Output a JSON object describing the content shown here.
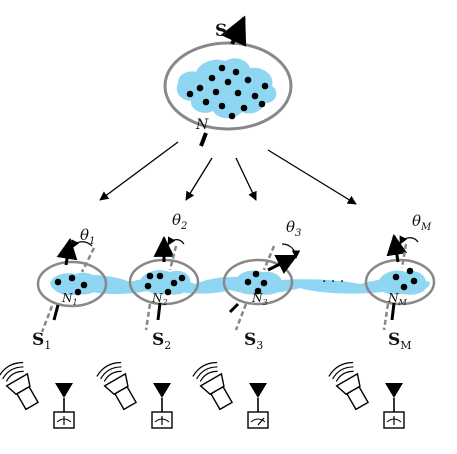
{
  "top_cloud": {
    "spin_label": "S",
    "atom_label": "N",
    "colors": {
      "gas": "#8ED6F2",
      "outline": "#888888",
      "atom": "#000000",
      "arrow": "#000000"
    }
  },
  "parts": [
    {
      "theta": "θ",
      "theta_sub": "1",
      "atom": "N",
      "atom_sub": "1",
      "spin": "S",
      "spin_sub": "1"
    },
    {
      "theta": "θ",
      "theta_sub": "2",
      "atom": "N",
      "atom_sub": "2",
      "spin": "S",
      "spin_sub": "2"
    },
    {
      "theta": "θ",
      "theta_sub": "3",
      "atom": "N",
      "atom_sub": "3",
      "spin": "S",
      "spin_sub": "3"
    },
    {
      "theta": "θ",
      "theta_sub": "M",
      "atom": "N",
      "atom_sub": "M",
      "spin": "S",
      "spin_sub": "M"
    }
  ],
  "ellipsis": "· · ·",
  "detectors": [
    {
      "icon": "laser-source-icon"
    },
    {
      "icon": "meter-detector-icon"
    }
  ]
}
